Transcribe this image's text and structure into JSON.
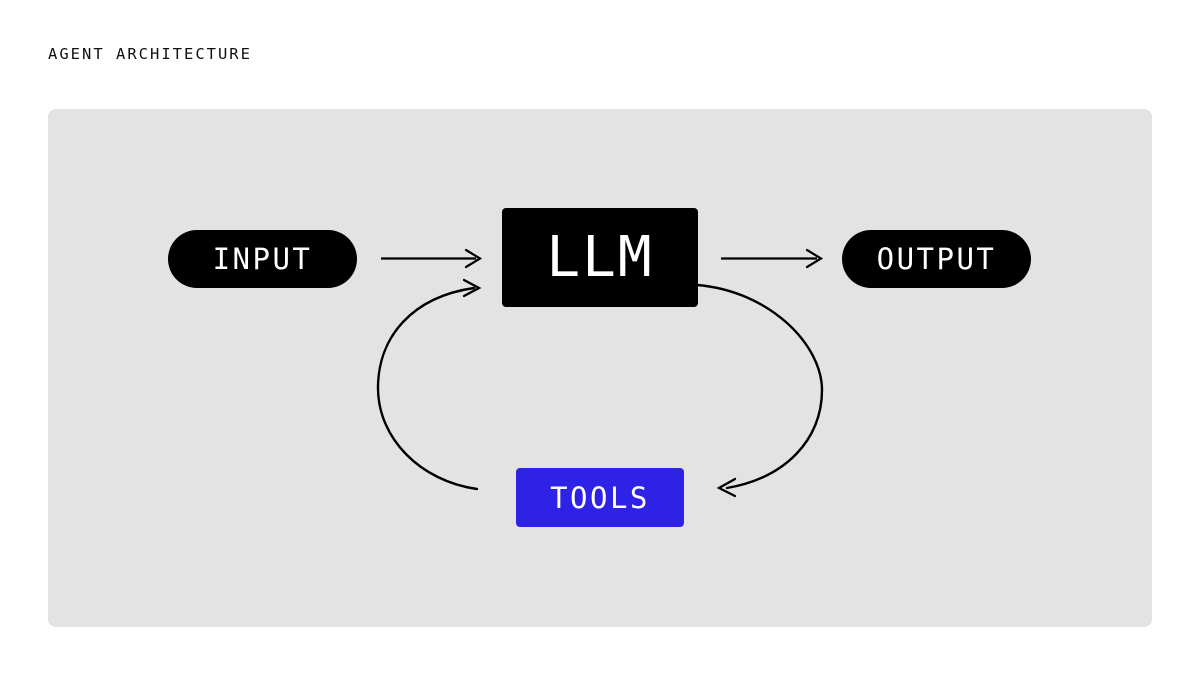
{
  "page": {
    "title": "AGENT ARCHITECTURE",
    "background_color": "#ffffff"
  },
  "panel": {
    "background_color": "#e3e3e3",
    "corner_radius": "8px"
  },
  "diagram": {
    "type": "flow-diagram",
    "nodes": [
      {
        "id": "input",
        "label": "INPUT",
        "shape": "pill",
        "fill": "#000000",
        "text_color": "#ffffff"
      },
      {
        "id": "llm",
        "label": "LLM",
        "shape": "rounded-rect",
        "fill": "#000000",
        "text_color": "#ffffff"
      },
      {
        "id": "output",
        "label": "OUTPUT",
        "shape": "pill",
        "fill": "#000000",
        "text_color": "#ffffff"
      },
      {
        "id": "tools",
        "label": "TOOLS",
        "shape": "rounded-rect",
        "fill": "#2d22e6",
        "text_color": "#ffffff"
      }
    ],
    "edges": [
      {
        "id": "input-to-llm",
        "from": "input",
        "to": "llm",
        "style": "straight",
        "arrow": "end",
        "color": "#000000"
      },
      {
        "id": "llm-to-output",
        "from": "llm",
        "to": "output",
        "style": "straight",
        "arrow": "end",
        "color": "#000000"
      },
      {
        "id": "llm-to-tools",
        "from": "llm",
        "to": "tools",
        "style": "curve-right",
        "arrow": "end",
        "color": "#000000"
      },
      {
        "id": "tools-to-llm",
        "from": "tools",
        "to": "llm",
        "style": "curve-left",
        "arrow": "end",
        "color": "#000000"
      }
    ]
  }
}
